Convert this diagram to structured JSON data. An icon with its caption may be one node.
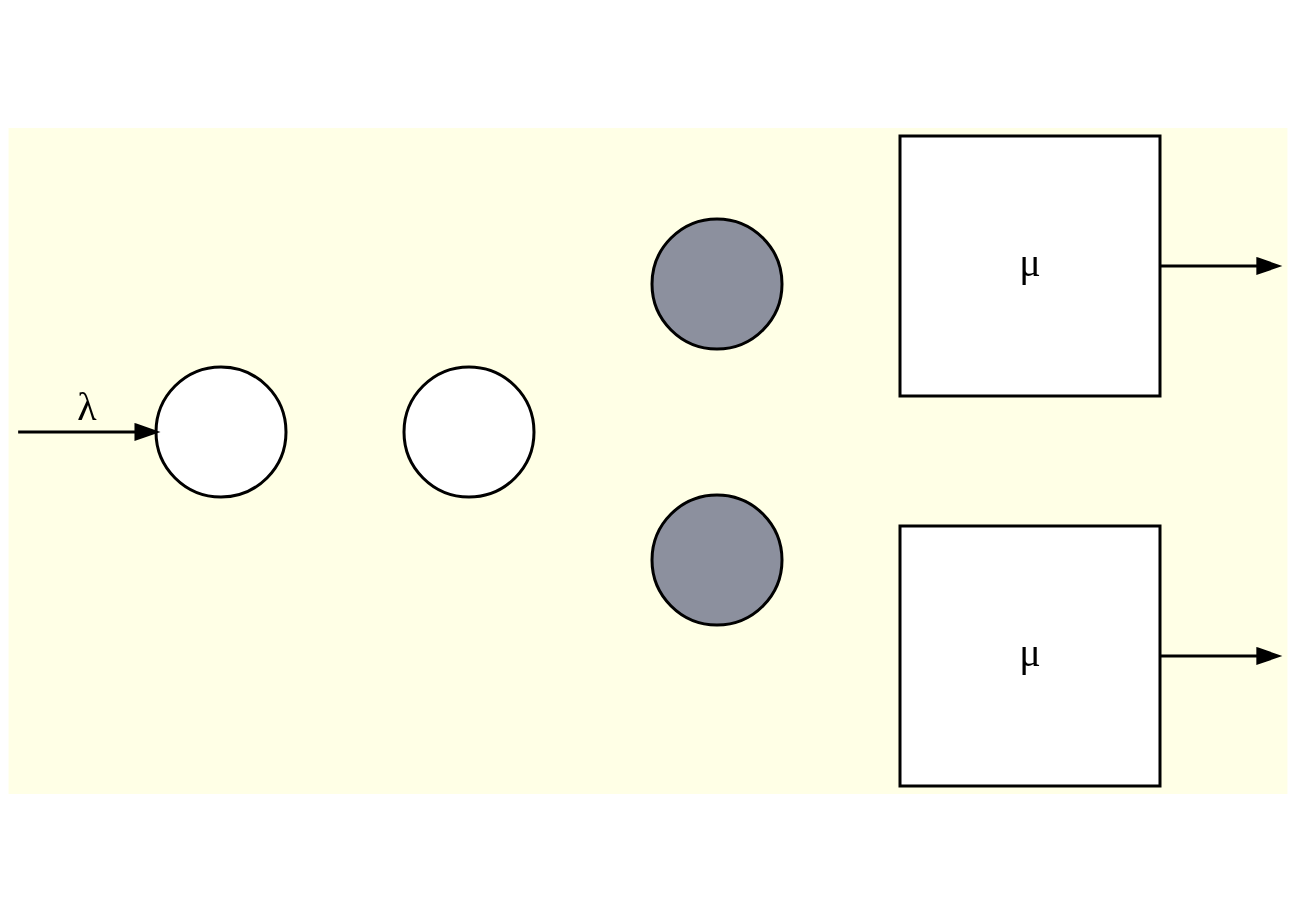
{
  "diagram": {
    "nodes": [
      {
        "text": [],
        "shape": "circle"
      },
      {
        "text": [],
        "shape": "circle"
      },
      {
        "text": [],
        "shape": "circle"
      },
      {
        "text": [
          "μ"
        ]
      },
      {
        "text": [],
        "shape": "circle"
      },
      {
        "text": [
          "μ"
        ]
      }
    ],
    "edges": [
      {
        "from": null,
        "to": 0,
        "arrow": "to",
        "label": "λ"
      },
      {
        "from": 3,
        "to": null,
        "arrow": "to"
      },
      {
        "from": 5,
        "to": null,
        "arrow": "to"
      }
    ]
  }
}
